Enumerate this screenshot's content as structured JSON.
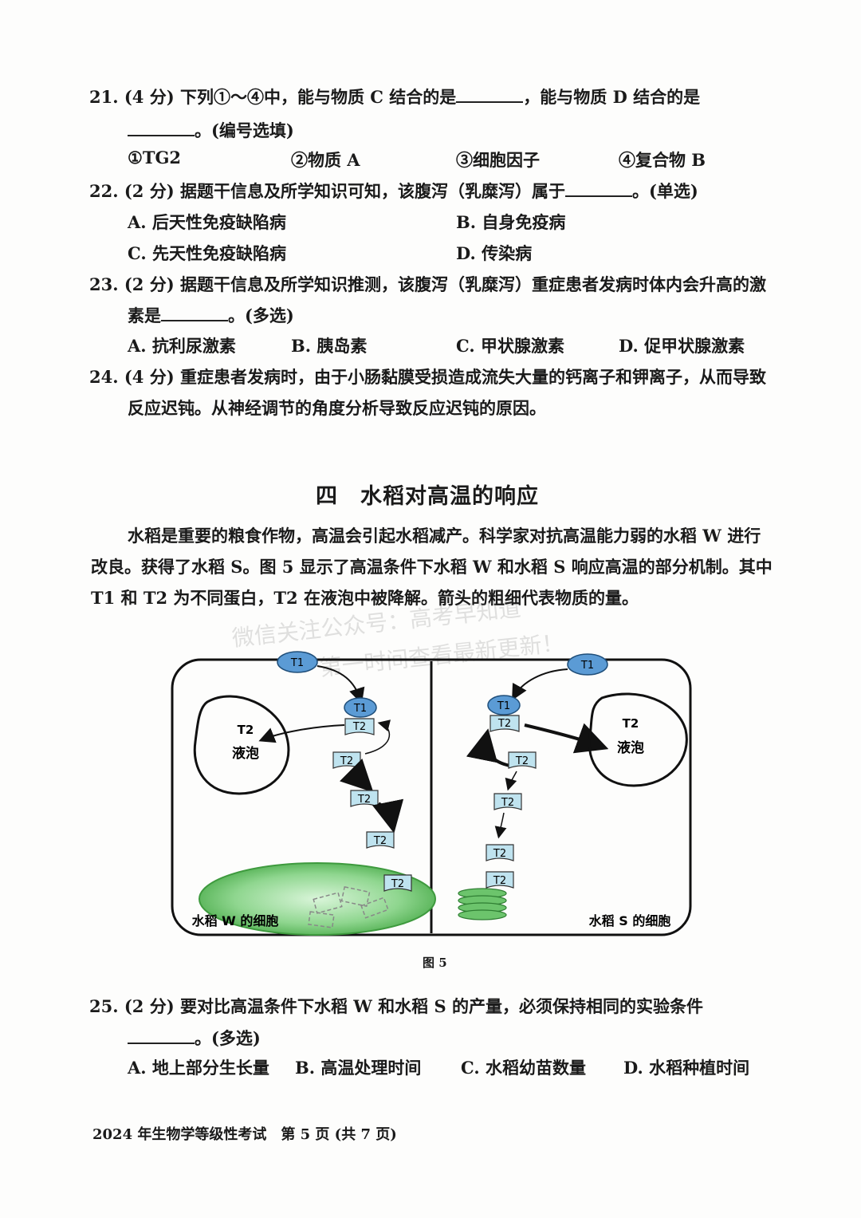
{
  "q21": {
    "line1_a": "21. (4 分) 下列①～④中，能与物质 C 结合的是",
    "line1_b": "，能与物质 D 结合的是",
    "line2": "。(编号选填)",
    "options": [
      "①TG2",
      "②物质 A",
      "③细胞因子",
      "④复合物 B"
    ]
  },
  "q22": {
    "stem_a": "22. (2 分) 据题干信息及所学知识可知，该腹泻（乳糜泻）属于",
    "stem_b": "。(单选)",
    "options": [
      "A. 后天性免疫缺陷病",
      "B. 自身免疫病",
      "C. 先天性免疫缺陷病",
      "D. 传染病"
    ]
  },
  "q23": {
    "line1": "23. (2 分) 据题干信息及所学知识推测，该腹泻（乳糜泻）重症患者发病时体内会升高的激",
    "line2_a": "素是",
    "line2_b": "。(多选)",
    "options": [
      "A. 抗利尿激素",
      "B. 胰岛素",
      "C. 甲状腺激素",
      "D. 促甲状腺激素"
    ]
  },
  "q24": {
    "line1": "24. (4 分) 重症患者发病时，由于小肠黏膜受损造成流失大量的钙离子和钾离子，从而导致",
    "line2": "反应迟钝。从神经调节的角度分析导致反应迟钝的原因。"
  },
  "section": {
    "title": "四　水稻对高温的响应"
  },
  "intro": {
    "line1": "水稻是重要的粮食作物，高温会引起水稻减产。科学家对抗高温能力弱的水稻 W 进行",
    "line2": "改良。获得了水稻 S。图 5 显示了高温条件下水稻 W 和水稻 S 响应高温的部分机制。其中",
    "line3": "T1 和 T2 为不同蛋白，T2 在液泡中被降解。箭头的粗细代表物质的量。"
  },
  "watermark": {
    "line1": "微信关注公众号：高考早知道",
    "line2": "第一时间查看最新更新！"
  },
  "figure": {
    "caption": "图 5",
    "labels": {
      "t1": "T1",
      "t2": "T2",
      "vacuole": "液泡",
      "cell_w": "水稻 W 的细胞",
      "cell_s": "水稻 S 的细胞"
    },
    "colors": {
      "t1_fill": "#5b9bd5",
      "t2_fill": "#bfe3ef",
      "chloroplast": "#8fd68f"
    }
  },
  "q25": {
    "line1": "25. (2 分) 要对比高温条件下水稻 W 和水稻 S 的产量，必须保持相同的实验条件",
    "line2": "。(多选)",
    "options": [
      "A. 地上部分生长量",
      "B. 高温处理时间",
      "C. 水稻幼苗数量",
      "D. 水稻种植时间"
    ]
  },
  "footer": {
    "text": "2024 年生物学等级性考试　第 5 页 (共 7 页)"
  }
}
